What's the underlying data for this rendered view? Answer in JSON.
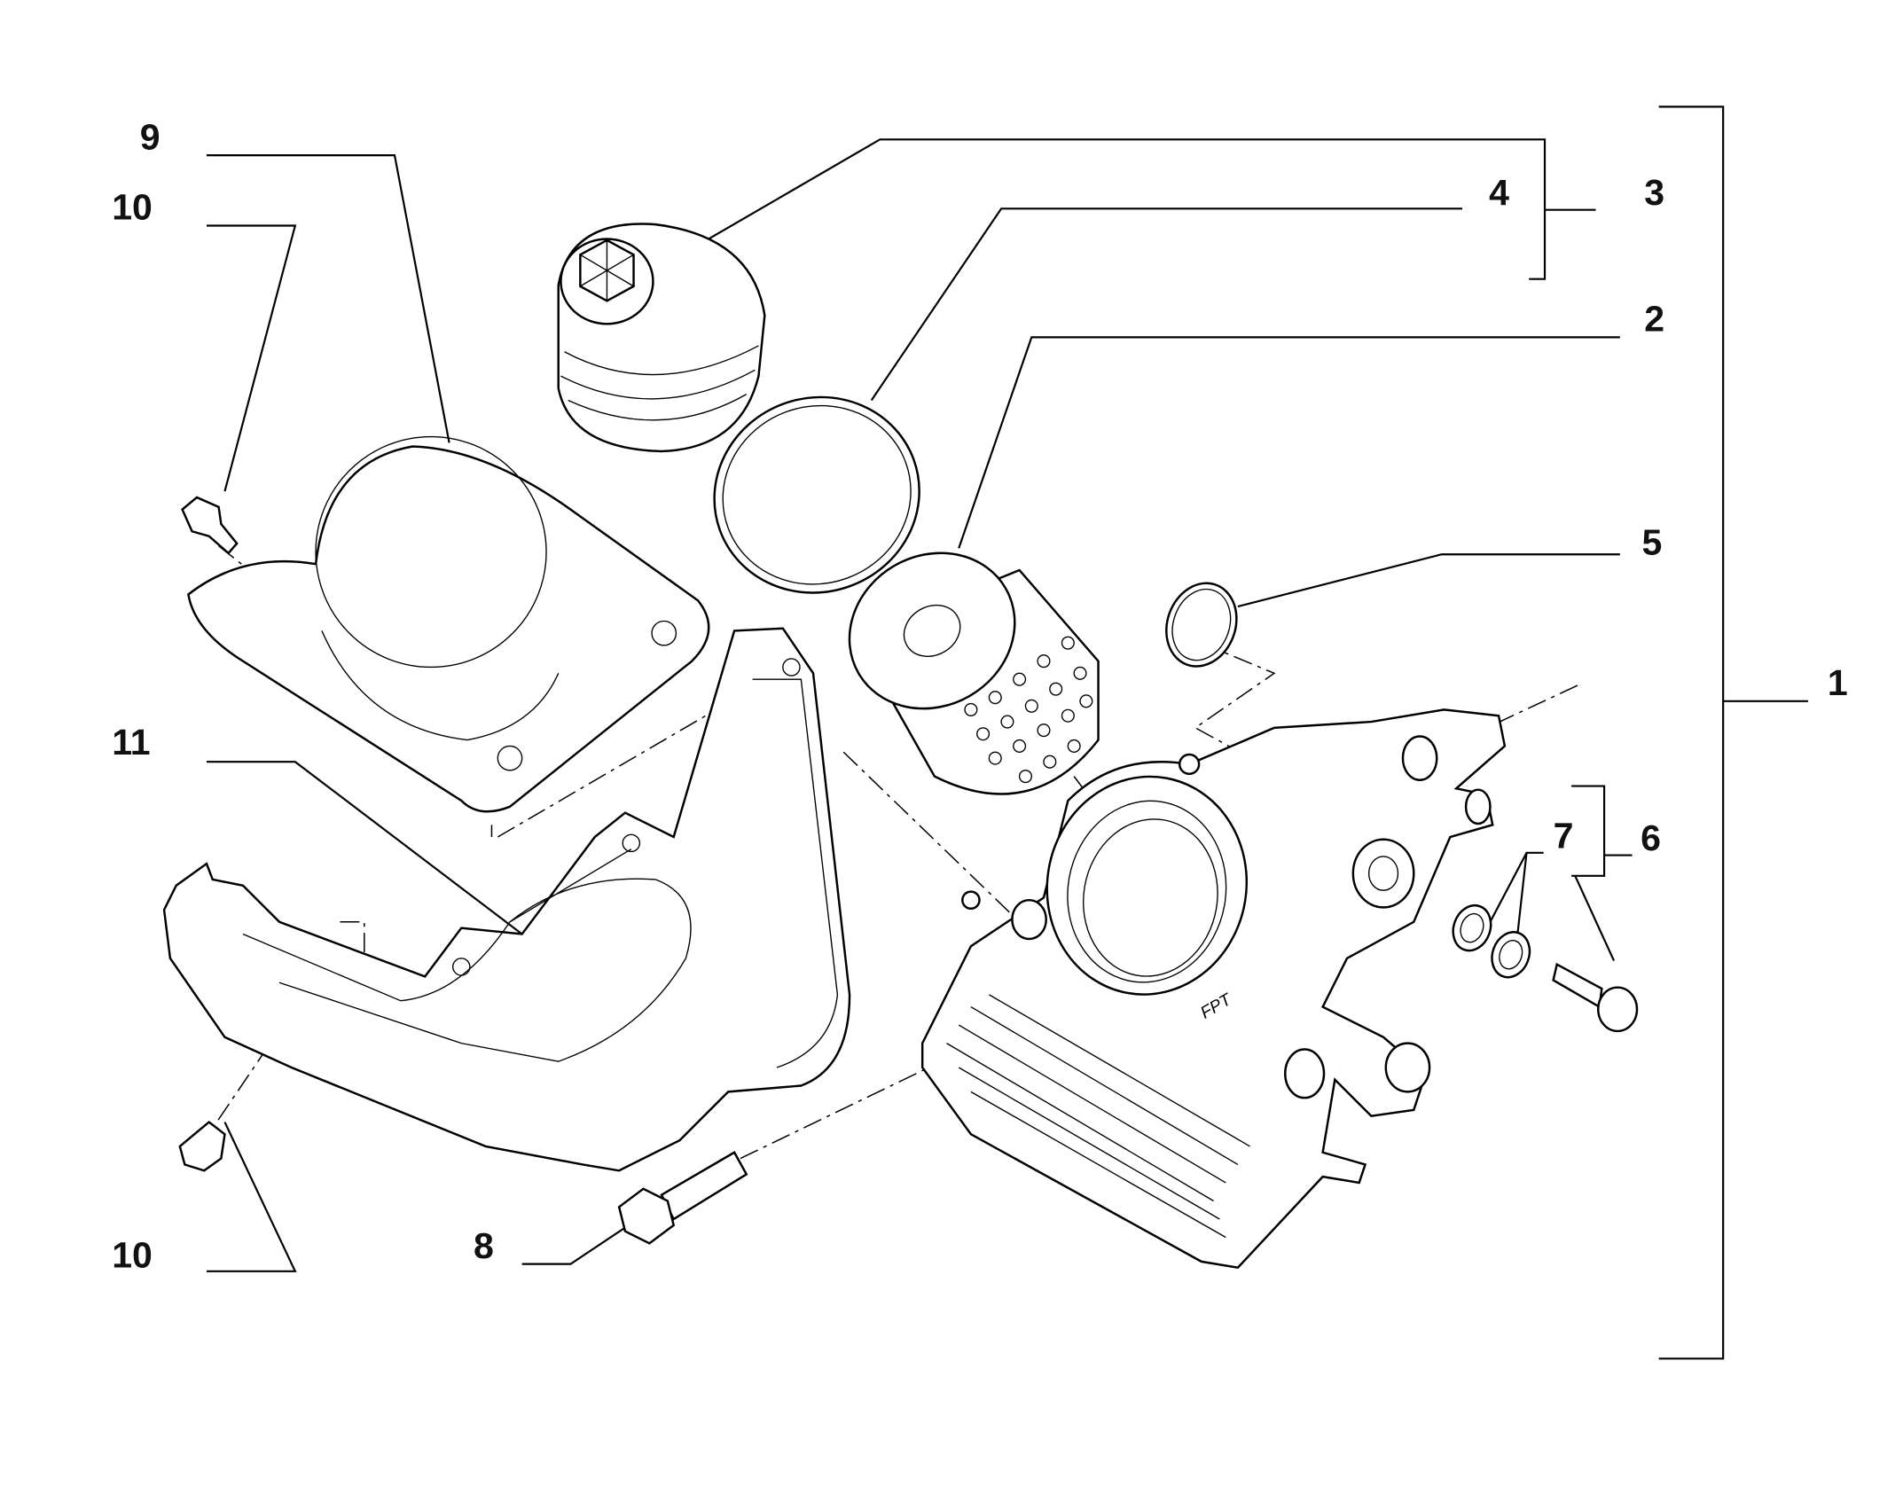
{
  "diagram": {
    "type": "exploded parts diagram",
    "callouts": {
      "c1": "1",
      "c2": "2",
      "c3": "3",
      "c4": "4",
      "c5": "5",
      "c6": "6",
      "c7": "7",
      "c8": "8",
      "c9": "9",
      "c10_top": "10",
      "c10_bottom": "10",
      "c11": "11"
    },
    "housing_marking": "FPT"
  }
}
